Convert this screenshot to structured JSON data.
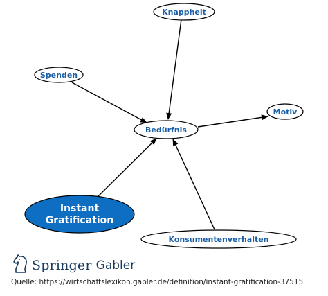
{
  "nodes": {
    "knappheit": "Knappheit",
    "spenden": "Spenden",
    "beduerfnis": "Bedürfnis",
    "motiv": "Motiv",
    "instant_line1": "Instant",
    "instant_line2": "Gratification",
    "konsumentenverhalten": "Konsumentenverhalten"
  },
  "colors": {
    "node_text": "#1a5fa6",
    "main_fill": "#0d6ec2",
    "stroke": "#000000"
  },
  "logo": {
    "springer": "Springer",
    "gabler": "Gabler"
  },
  "source": "Quelle: https://wirtschaftslexikon.gabler.de/definition/instant-gratification-37515"
}
